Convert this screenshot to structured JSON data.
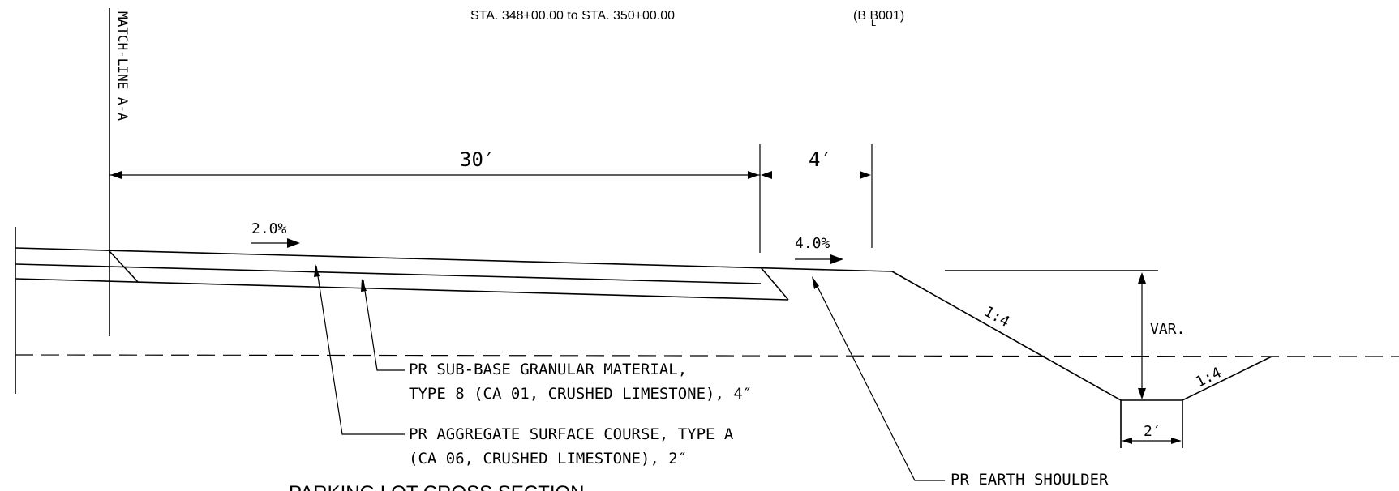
{
  "header": {
    "station_range": "STA. 348+00.00 to STA. 350+00.00",
    "baseline_ref": "(B B001)",
    "baseline_letter": "L"
  },
  "matchline": {
    "label": "MATCH-LINE A-A"
  },
  "dimensions": {
    "pavement_width": "30′",
    "shoulder_width": "4′",
    "ditch_bottom_width": "2′",
    "ditch_depth": "VAR."
  },
  "slopes": {
    "pavement_cross_slope": "2.0%",
    "shoulder_cross_slope": "4.0%",
    "foreslope": "1:4",
    "backslope": "1:4"
  },
  "callouts": {
    "subbase_line1": "PR SUB-BASE GRANULAR MATERIAL,",
    "subbase_line2": "TYPE 8 (CA 01, CRUSHED LIMESTONE), 4″",
    "surface_line1": "PR AGGREGATE SURFACE COURSE, TYPE A",
    "surface_line2": "(CA 06, CRUSHED LIMESTONE), 2″",
    "shoulder": "PR EARTH SHOULDER"
  },
  "title": {
    "text": "PARKING LOT CROSS SECTION"
  }
}
